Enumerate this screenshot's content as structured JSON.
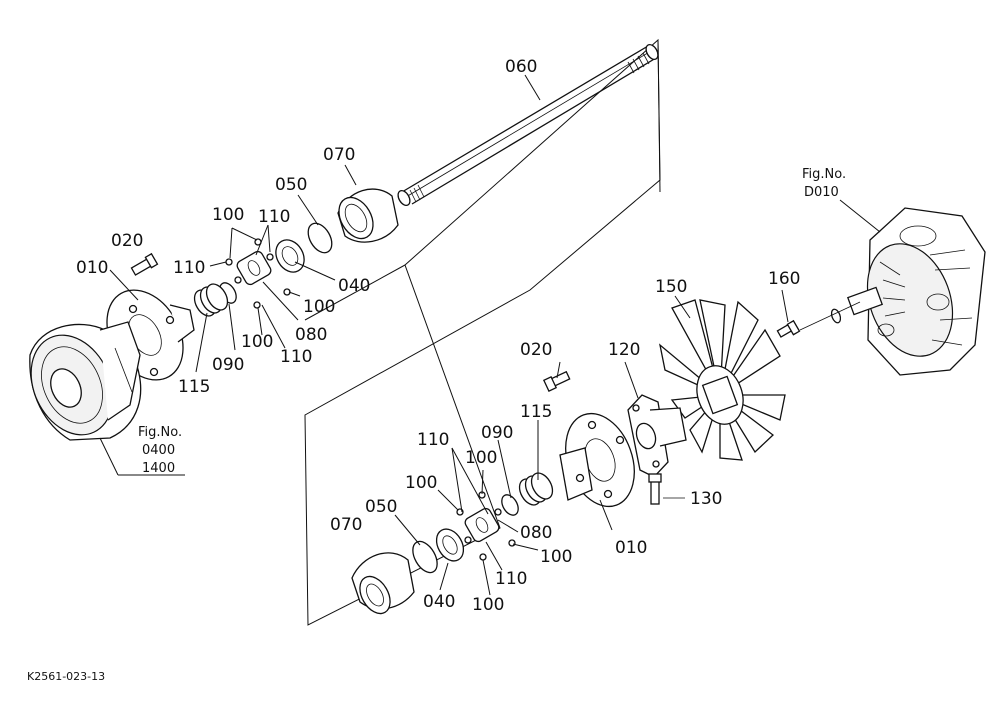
{
  "parts": {
    "p060": "060",
    "p070a": "070",
    "p050a": "050",
    "p100a": "100",
    "p110a": "110",
    "p020a": "020",
    "p010a": "010",
    "p110b": "110",
    "p040a": "040",
    "p100b": "100",
    "p080a": "080",
    "p115a": "115",
    "p090a": "090",
    "p100c": "100",
    "p110c": "110",
    "p150": "150",
    "p160": "160",
    "p020b": "020",
    "p120": "120",
    "p115b": "115",
    "p110d": "110",
    "p090b": "090",
    "p100d": "100",
    "p100e": "100",
    "p050b": "050",
    "p070b": "070",
    "p080b": "080",
    "p100f": "100",
    "p110e": "110",
    "p040b": "040",
    "p100g": "100",
    "p130": "130",
    "p010b": "010"
  },
  "refs": {
    "top_right": [
      "Fig.No.",
      "D010"
    ],
    "bottom_left": [
      "Fig.No.",
      "0400",
      "1400"
    ]
  },
  "drawing_code": "K2561-023-13"
}
